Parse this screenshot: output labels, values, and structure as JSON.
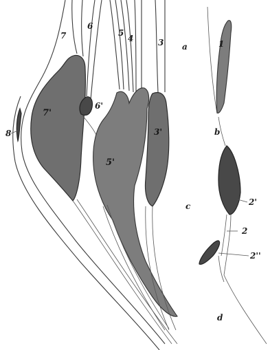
{
  "figure": {
    "labels": {
      "n1": "1",
      "n2": "2",
      "n2p": "2'",
      "n2pp": "2''",
      "n3": "3",
      "n3p": "3'",
      "n4": "4",
      "n5": "5",
      "n5p": "5'",
      "n6": "6",
      "n6p": "6'",
      "n7": "7",
      "n7p": "7'",
      "n8": "8",
      "a": "a",
      "b": "b",
      "c": "c",
      "d": "d"
    }
  }
}
